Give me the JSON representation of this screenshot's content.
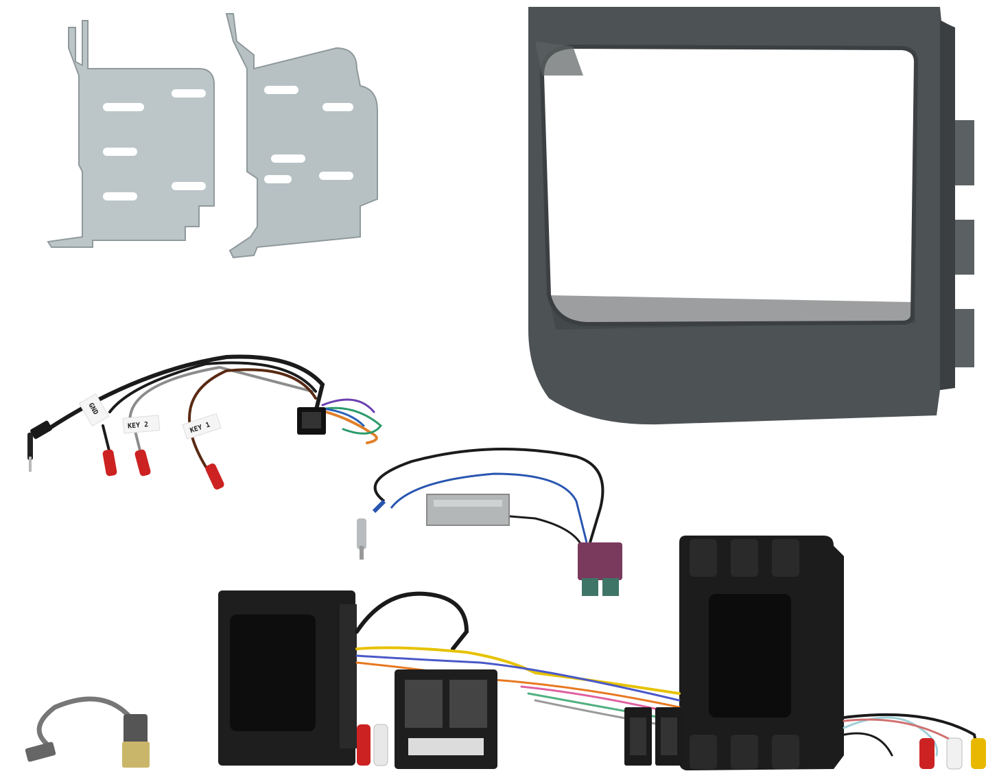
{
  "wire_labels": {
    "gnd": "GND",
    "key2": "KEY 2",
    "key1": "KEY 1"
  },
  "colors": {
    "bracket": "#b9c3c6",
    "fascia": "#4d5254",
    "module": "#1c1c1c",
    "fakra_violet": "#7a3a5e",
    "fakra_green": "#3f7566",
    "fakra_yellow": "#c9b66a",
    "rca_red": "#cc2222"
  }
}
